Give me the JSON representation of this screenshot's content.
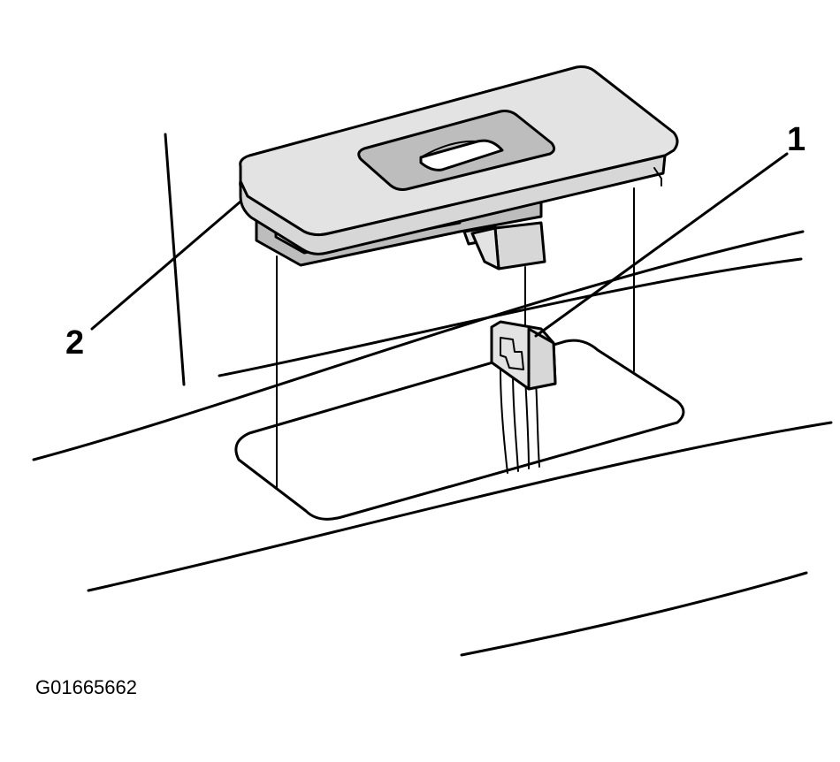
{
  "callouts": {
    "connector": "1",
    "switch": "2"
  },
  "figure_code": "G01665662"
}
